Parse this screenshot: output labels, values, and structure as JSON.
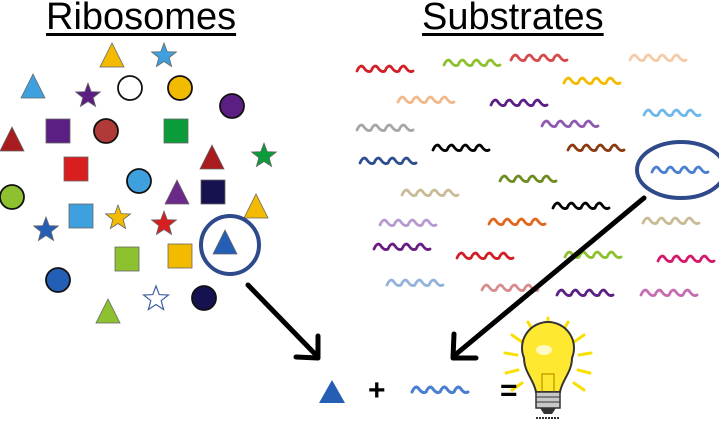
{
  "titles": {
    "ribosomes": "Ribosomes",
    "substrates": "Substrates"
  },
  "equation": {
    "plus": "+",
    "equals": "=",
    "result_icon": "lightbulb-icon"
  },
  "ribosomes": [
    {
      "shape": "triangle",
      "color": "#F3BB00"
    },
    {
      "shape": "star",
      "color": "#3FA0DF"
    },
    {
      "shape": "triangle",
      "color": "#3FA0DF"
    },
    {
      "shape": "star",
      "color": "#5B1F83"
    },
    {
      "shape": "circle",
      "color": "#FFFFFF"
    },
    {
      "shape": "circle",
      "color": "#F3BB00"
    },
    {
      "shape": "circle",
      "color": "#5B1F83"
    },
    {
      "shape": "triangle",
      "color": "#A81B1F"
    },
    {
      "shape": "square",
      "color": "#5B1F83"
    },
    {
      "shape": "circle",
      "color": "#B03A37"
    },
    {
      "shape": "square",
      "color": "#0B9B3A"
    },
    {
      "shape": "triangle",
      "color": "#A81B1F"
    },
    {
      "shape": "star",
      "color": "#0B9B3A"
    },
    {
      "shape": "square",
      "color": "#D81E1E"
    },
    {
      "shape": "circle",
      "color": "#3FA0DF"
    },
    {
      "shape": "circle",
      "color": "#8DC12F"
    },
    {
      "shape": "triangle",
      "color": "#6B2A8A"
    },
    {
      "shape": "square",
      "color": "#15124F"
    },
    {
      "shape": "triangle",
      "color": "#F3BB00"
    },
    {
      "shape": "square",
      "color": "#3FA0DF"
    },
    {
      "shape": "star",
      "color": "#F3BB00"
    },
    {
      "shape": "star",
      "color": "#D81E1E"
    },
    {
      "shape": "star",
      "color": "#255FB5"
    },
    {
      "shape": "triangle",
      "color": "#255FB5",
      "selected": true
    },
    {
      "shape": "square",
      "color": "#8DC12F"
    },
    {
      "shape": "square",
      "color": "#F3BB00"
    },
    {
      "shape": "circle",
      "color": "#255FB5"
    },
    {
      "shape": "star",
      "color": "#FFFFFF"
    },
    {
      "shape": "circle",
      "color": "#15124F"
    },
    {
      "shape": "triangle",
      "color": "#8DC12F"
    }
  ],
  "substrates": [
    {
      "color": "#D21E26"
    },
    {
      "color": "#8DC12F"
    },
    {
      "color": "#D84A4A"
    },
    {
      "color": "#F5CBA7"
    },
    {
      "color": "#F3BB00"
    },
    {
      "color": "#F1B98A"
    },
    {
      "color": "#5B1F83"
    },
    {
      "color": "#6EB8EA"
    },
    {
      "color": "#A6A6A6"
    },
    {
      "color": "#8E5AB0"
    },
    {
      "color": "#000000"
    },
    {
      "color": "#8B3A10"
    },
    {
      "color": "#2D4E8E"
    },
    {
      "color": "#4A7ED0",
      "selected": true
    },
    {
      "color": "#6E8C22"
    },
    {
      "color": "#C9BB95"
    },
    {
      "color": "#000000"
    },
    {
      "color": "#B79AD0"
    },
    {
      "color": "#E2661C"
    },
    {
      "color": "#C9BB95"
    },
    {
      "color": "#6A1B80"
    },
    {
      "color": "#D21E26"
    },
    {
      "color": "#8DC12F"
    },
    {
      "color": "#D6186A"
    },
    {
      "color": "#94B3DC"
    },
    {
      "color": "#D98C8C"
    },
    {
      "color": "#5B1F83"
    },
    {
      "color": "#C76BB0"
    }
  ],
  "selected_ribosome_color": "#255FB5",
  "selected_substrate_color": "#4A7ED0",
  "highlight_color": "#2E4A8A"
}
